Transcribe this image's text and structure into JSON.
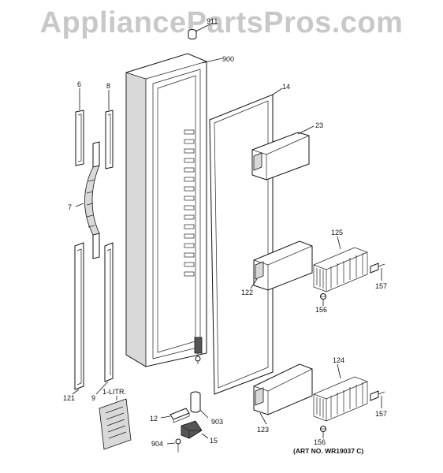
{
  "watermark": "AppliancePartsPros.com",
  "art_number": "(ART NO. WR19037 C)",
  "labels": {
    "p911": "911",
    "p900": "900",
    "p14": "14",
    "p23": "23",
    "p6": "6",
    "p8": "8",
    "p7": "7",
    "p125": "125",
    "p157a": "157",
    "p156a": "156",
    "p122": "122",
    "p124": "124",
    "p157b": "157",
    "p156b": "156",
    "p121": "121",
    "p9": "9",
    "p1litr": "1-LITR.",
    "p12": "12",
    "p903": "903",
    "p123": "123",
    "p904": "904",
    "p15": "15"
  }
}
